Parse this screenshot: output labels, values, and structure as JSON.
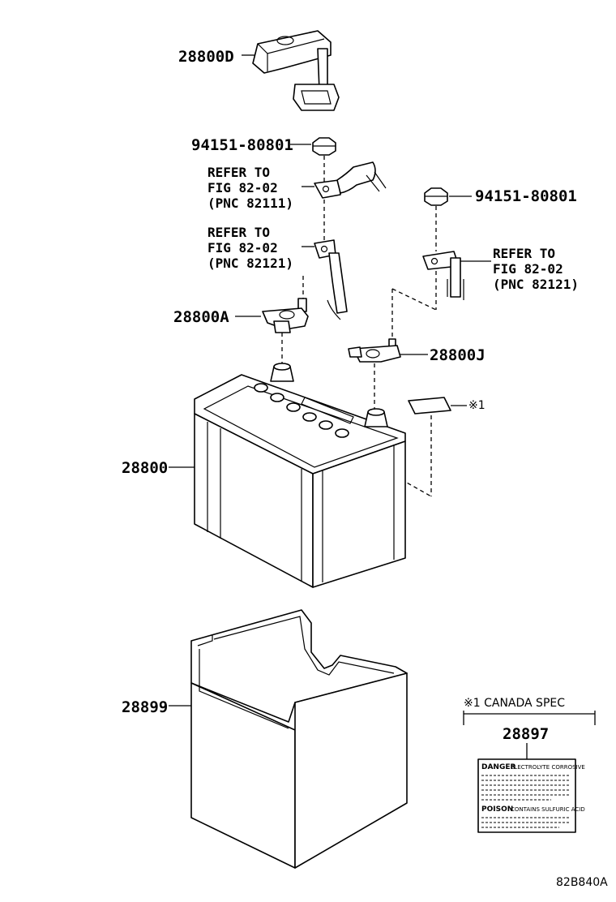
{
  "callouts": {
    "cover": "28800D",
    "nut_top": "94151-80801",
    "nut_right": "94151-80801",
    "terminal_pos": "28800A",
    "terminal_neg": "28800J",
    "battery": "28800",
    "tray": "28899",
    "label": "28897",
    "note_mark": "※1"
  },
  "refers": [
    {
      "line1": "REFER TO",
      "line2": "FIG 82-02",
      "line3": "(PNC 82111)"
    },
    {
      "line1": "REFER TO",
      "line2": "FIG 82-02",
      "line3": "(PNC 82121)"
    },
    {
      "line1": "REFER TO",
      "line2": "FIG 82-02",
      "line3": "(PNC 82121)"
    }
  ],
  "canada_note": "※1 CANADA SPEC",
  "warning_label": {
    "danger": "DANGER",
    "danger_sub": "ELECTROLYTE CORROSIVE",
    "poison": "POISON",
    "poison_sub": "CONTAINS SULFURIC ACID"
  },
  "figure_id": "82B840A"
}
